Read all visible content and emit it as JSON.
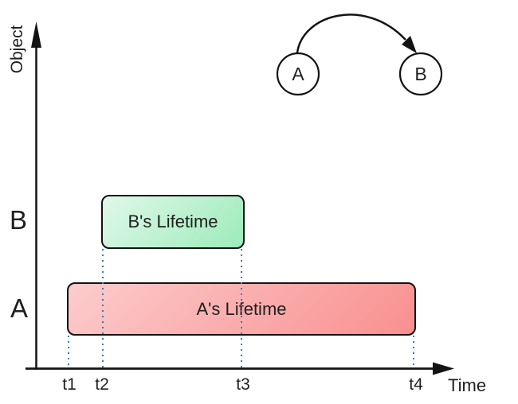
{
  "axes": {
    "y_label": "Object",
    "x_label": "Time",
    "row_labels": [
      "B",
      "A"
    ],
    "ticks": [
      "t1",
      "t2",
      "t3",
      "t4"
    ]
  },
  "bars": {
    "b": {
      "label": "B's Lifetime",
      "row": "B",
      "start_tick": "t2",
      "end_tick": "t3",
      "fill_start": "#e0f8e9",
      "fill_end": "#9cebba"
    },
    "a": {
      "label": "A's Lifetime",
      "row": "A",
      "start_tick": "t1",
      "end_tick": "t4",
      "fill_start": "#fccccc",
      "fill_end": "#f98f8f"
    }
  },
  "reference_diagram": {
    "node_a": "A",
    "node_b": "B",
    "edge": {
      "from": "A",
      "to": "B"
    }
  },
  "colors": {
    "stroke": "#131313",
    "marker_dotted_line": "#4377b6",
    "background": "#ffffff"
  }
}
